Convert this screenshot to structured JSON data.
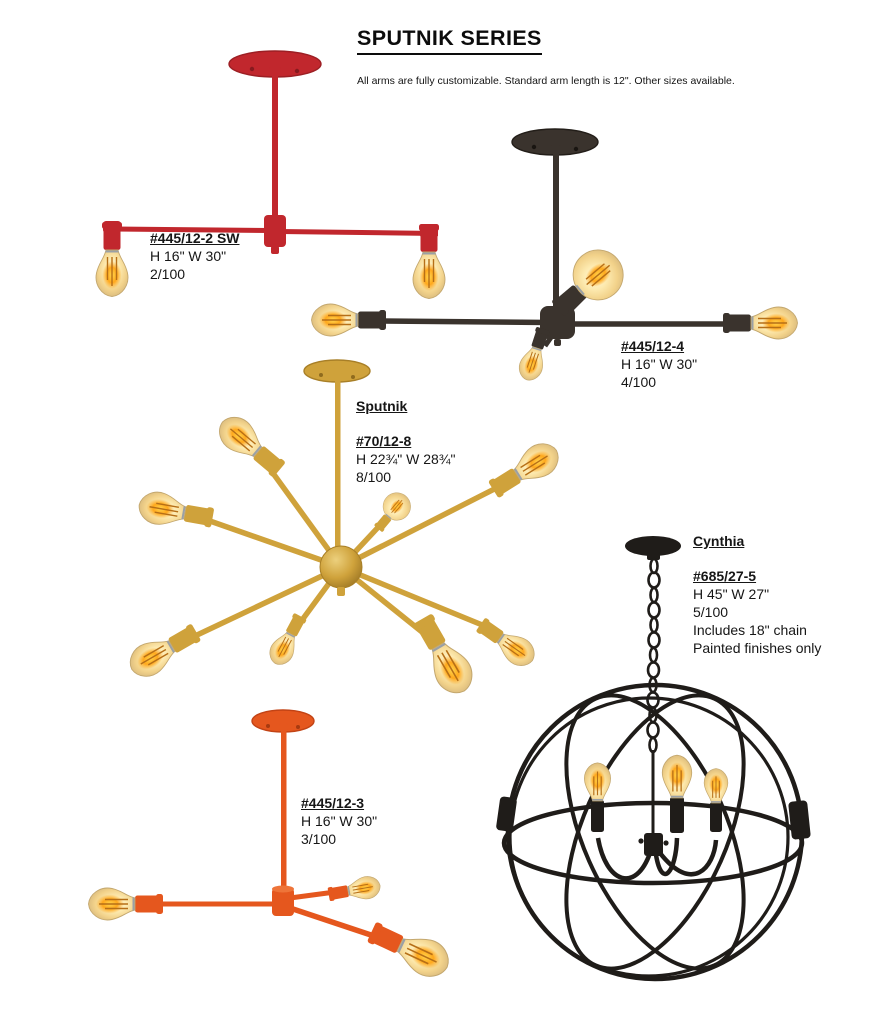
{
  "page": {
    "title": "SPUTNIK SERIES",
    "subtitle": "All arms are fully customizable. Standard arm length is 12\". Other sizes available."
  },
  "products": [
    {
      "sku": "#445/12-2 SW",
      "dimensions": "H 16\" W 30\"",
      "availability": "2/100",
      "finish_color": "#c1272d"
    },
    {
      "sku": "#445/12-4",
      "dimensions": "H 16\" W 30\"",
      "availability": "4/100",
      "finish_color": "#3a332d"
    },
    {
      "name": "Sputnik",
      "sku": "#70/12-8",
      "dimensions": "H 22¾\" W 28¾\"",
      "availability": "8/100",
      "finish_color": "#cfa23b"
    },
    {
      "sku": "#445/12-3",
      "dimensions": "H 16\" W 30\"",
      "availability": "3/100",
      "finish_color": "#e5571e"
    },
    {
      "name": "Cynthia",
      "sku": "#685/27-5",
      "dimensions": "H 45\" W 27\"",
      "availability": "5/100",
      "notes": [
        "Includes 18\" chain",
        "Painted finishes only"
      ],
      "finish_color": "#1f1c19"
    }
  ],
  "colors": {
    "red_finish": "#c1272d",
    "bronze_finish": "#3a332d",
    "gold_finish": "#cfa23b",
    "orange_finish": "#e5571e",
    "black_finish": "#1f1c19",
    "bulb_glass": "#f2d28a",
    "filament_glow": "#ffa81c"
  }
}
